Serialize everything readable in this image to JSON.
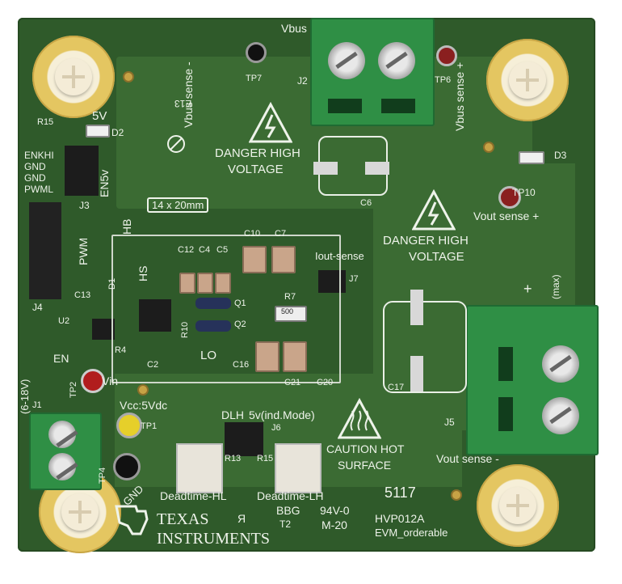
{
  "board": {
    "manufacturer": "TEXAS INSTRUMENTS",
    "manufacturer_line1": "TEXAS",
    "manufacturer_line2": "INSTRUMENTS",
    "part_number": "HVP012A",
    "variant": "EVM_orderable",
    "rating": "94V-0",
    "rating2": "M-20",
    "batch": "BBG",
    "batch2": "T2",
    "date_code": "5117"
  },
  "labels": {
    "vbus_top": "Vbus",
    "vbus_sense_minus": "Vbus sense -",
    "vbus_sense_plus": "Vbus sense +",
    "vout_sense_plus": "Vout sense +",
    "vout_sense_minus": "Vout sense -",
    "danger1_line1": "DANGER HIGH",
    "danger1_line2": "VOLTAGE",
    "danger2_line1": "DANGER HIGH",
    "danger2_line2": "VOLTAGE",
    "caution_line1": "CAUTION HOT",
    "caution_line2": "SURFACE",
    "size": "14 x 20mm",
    "iout": "Iout-sense",
    "five_v": "5V",
    "en5v": "EN5v",
    "j3_pins": [
      "ENKHI",
      "GND",
      "GND",
      "PWML"
    ],
    "pwm": "PWM",
    "hb": "HB",
    "hs": "HS",
    "lo": "LO",
    "en": "EN",
    "vin": "Vin",
    "vin_range": "(6-18V)",
    "vcc": "Vcc:5Vdc",
    "gnd": "GND",
    "dlh": "DLH",
    "ind_mode": "5v(ind.Mode)",
    "deadtime_hl": "Deadtime-HL",
    "deadtime_lh": "Deadtime-LH",
    "vout_max": "(max)",
    "plus": "+",
    "r7_value": "500"
  },
  "refdes": {
    "j1": "J1",
    "j2": "J2",
    "j3": "J3",
    "j4": "J4",
    "j5": "J5",
    "j6": "J6",
    "j7": "J7",
    "tp1": "TP1",
    "tp2": "TP2",
    "tp4": "TP4",
    "tp6": "TP6",
    "tp7": "TP7",
    "tp10": "TP10",
    "d1": "D1",
    "d2": "D2",
    "d3": "D3",
    "q1": "Q1",
    "q2": "Q2",
    "u2": "U2",
    "r4": "R4",
    "r7": "R7",
    "r10": "R10",
    "r13": "R13",
    "r15": "R15",
    "c2": "C2",
    "c4": "C4",
    "c5": "C5",
    "c6": "C6",
    "c7": "C7",
    "c10": "C10",
    "c12": "C12",
    "c13": "C13",
    "c16": "C16",
    "c17": "C17",
    "c20": "C20",
    "c21": "C21",
    "e13": "E13"
  },
  "colors": {
    "board": "#2f5a2a",
    "silkscreen": "#eef3ea",
    "terminal_block": "#2f8f45",
    "mount_pad": "#e4c661"
  }
}
